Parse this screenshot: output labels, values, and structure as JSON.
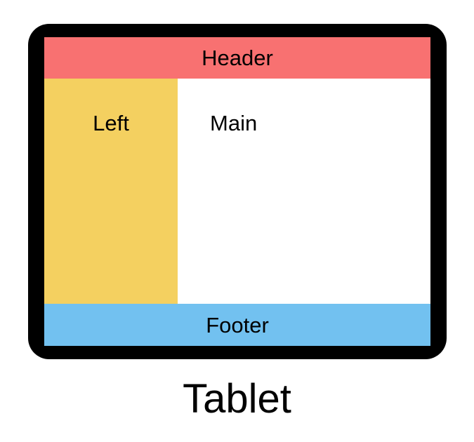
{
  "layout": {
    "header": {
      "label": "Header",
      "color": "#f87171"
    },
    "left": {
      "label": "Left",
      "color": "#f4d060"
    },
    "main": {
      "label": "Main",
      "color": "#ffffff"
    },
    "footer": {
      "label": "Footer",
      "color": "#72c1f0"
    }
  },
  "device_frame_color": "#000000",
  "caption": "Tablet"
}
